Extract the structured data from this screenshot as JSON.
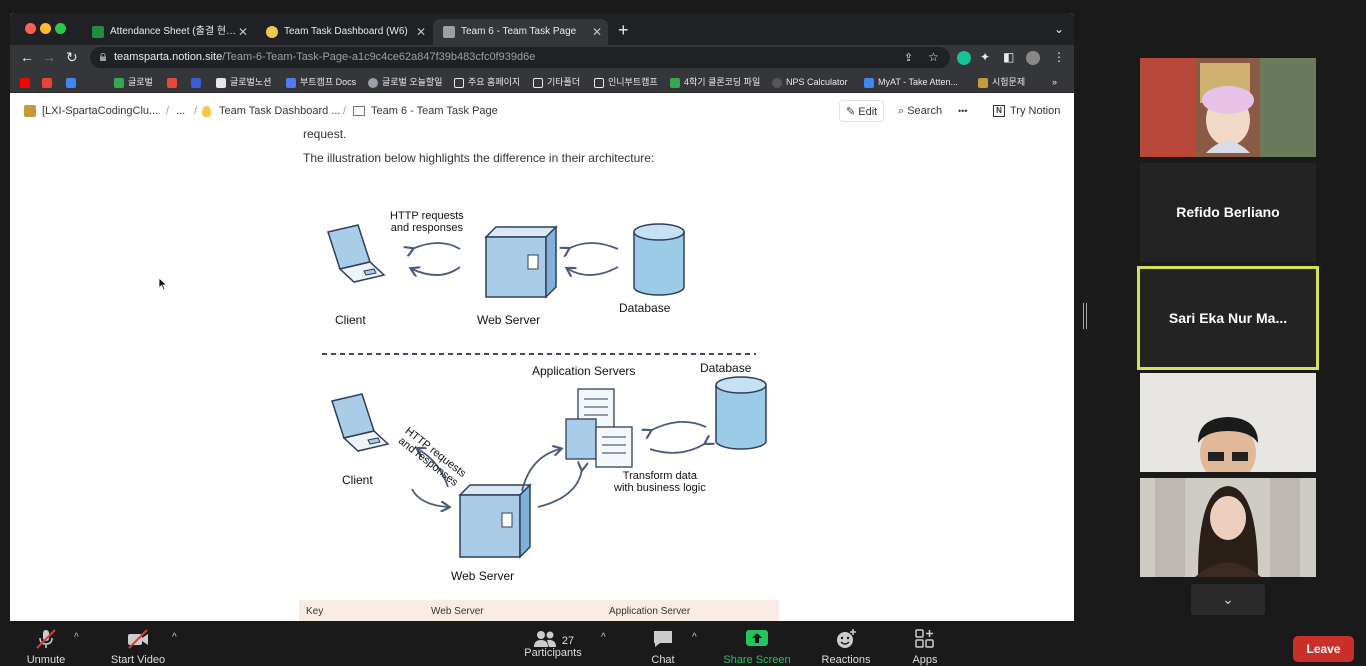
{
  "browser": {
    "tabs": [
      {
        "label": "Attendance Sheet (출결 현황) - G",
        "favicon_color": "#1e8e3e"
      },
      {
        "label": "Team Task Dashboard (W6)",
        "favicon_color": "#f2c94c"
      },
      {
        "label": "Team 6 - Team Task Page",
        "favicon_color": "#9aa0a6"
      }
    ],
    "url_host": "teamsparta.notion.site",
    "url_path": "/Team-6-Team-Task-Page-a1c9c4ce62a847f39b483cfc0f939d6e",
    "bookmarks": [
      "글로벌",
      "글로벌노션",
      "부트캠프 Docs",
      "글로벌 오늘할일",
      "주요 홈페이지",
      "기타폴더",
      "인니부트캠프",
      "4학기 클론코딩 파일",
      "NPS Calculator",
      "MyAT - Take Atten...",
      "시험문제"
    ],
    "bookmarks_more": "»"
  },
  "notion": {
    "breadcrumbs": [
      "[LXI-SpartaCodingClu...",
      "...",
      "Team Task Dashboard ...",
      "Team 6 - Team Task Page"
    ],
    "breadcrumb_sep": "/",
    "edit_label": "Edit",
    "search_label": "Search",
    "more_label": "•••",
    "try_notion_label": "Try Notion",
    "para_tail": "request.",
    "para_intro": "The illustration below highlights the difference in their architecture:",
    "diagram1": {
      "client": "Client",
      "web_server": "Web Server",
      "database": "Database",
      "http_line1": "HTTP requests",
      "http_line2": "and responses"
    },
    "diagram2": {
      "client": "Client",
      "web_server": "Web Server",
      "app_servers": "Application Servers",
      "database": "Database",
      "http_line1": "HTTP requests",
      "http_line2": "and responses",
      "transform_line1": "Transform data",
      "transform_line2": "with business logic"
    },
    "table_headers": [
      "Key",
      "Web Server",
      "Application Server"
    ]
  },
  "zoom": {
    "participants": [
      {
        "name": "",
        "video": true
      },
      {
        "name": "Refido Berliano",
        "video": false
      },
      {
        "name": "Sari Eka Nur Ma...",
        "video": false,
        "active_speaker": true
      },
      {
        "name": "",
        "video": true
      },
      {
        "name": "",
        "video": true
      }
    ],
    "toolbar": {
      "unmute": "Unmute",
      "start_video": "Start Video",
      "participants": "Participants",
      "participant_count": "27",
      "chat": "Chat",
      "share_screen": "Share Screen",
      "reactions": "Reactions",
      "apps": "Apps",
      "leave": "Leave"
    },
    "share_color": "#22c55e",
    "leave_color": "#c9302c",
    "active_speaker_color": "#d4e157"
  }
}
